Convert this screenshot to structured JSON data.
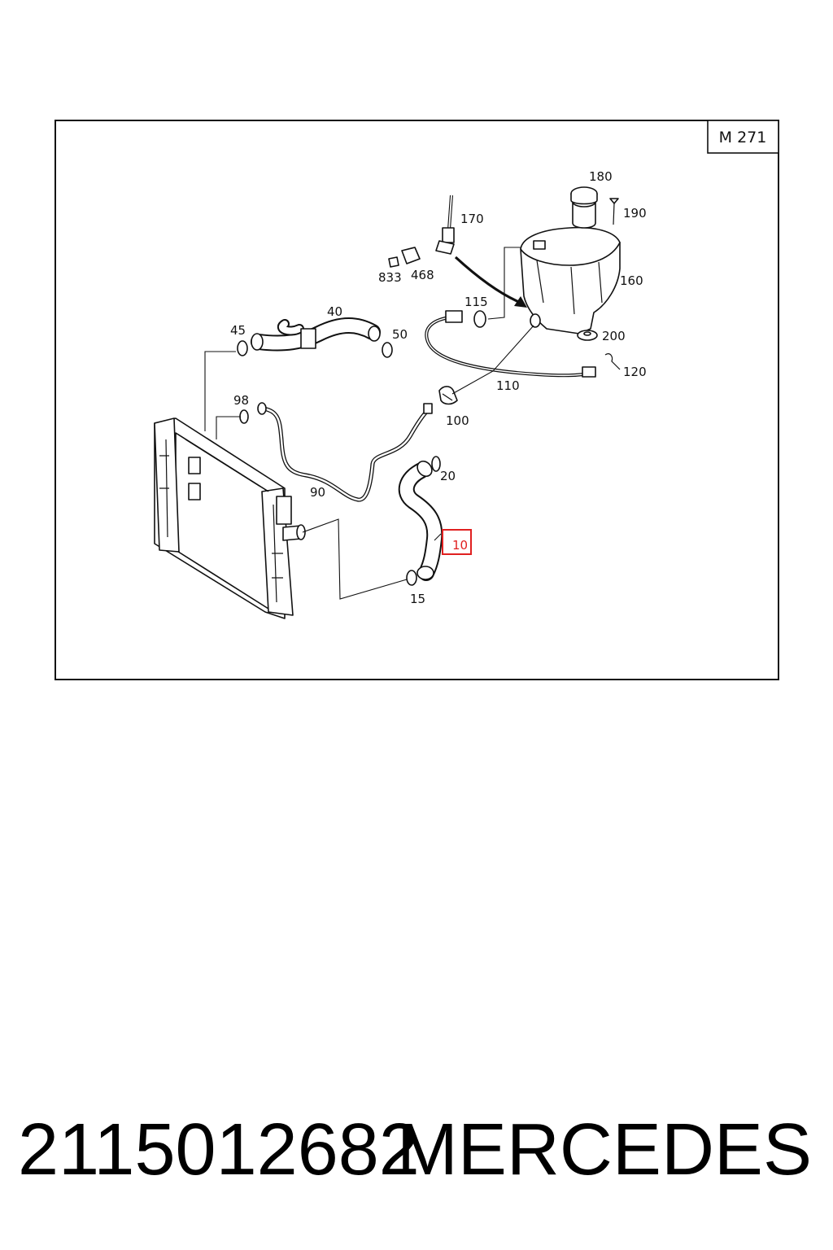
{
  "diagram": {
    "engine_label": "M 271",
    "callouts": {
      "c10": "10",
      "c15": "15",
      "c20": "20",
      "c40": "40",
      "c45": "45",
      "c50": "50",
      "c90": "90",
      "c98": "98",
      "c100": "100",
      "c110": "110",
      "c115": "115",
      "c120": "120",
      "c160": "160",
      "c170": "170",
      "c180": "180",
      "c190": "190",
      "c200": "200",
      "c468": "468",
      "c833": "833"
    },
    "highlighted_callout": "10",
    "highlight_color": "#e02020"
  },
  "caption": {
    "part_number": "2115012682",
    "brand": "MERCEDES"
  }
}
